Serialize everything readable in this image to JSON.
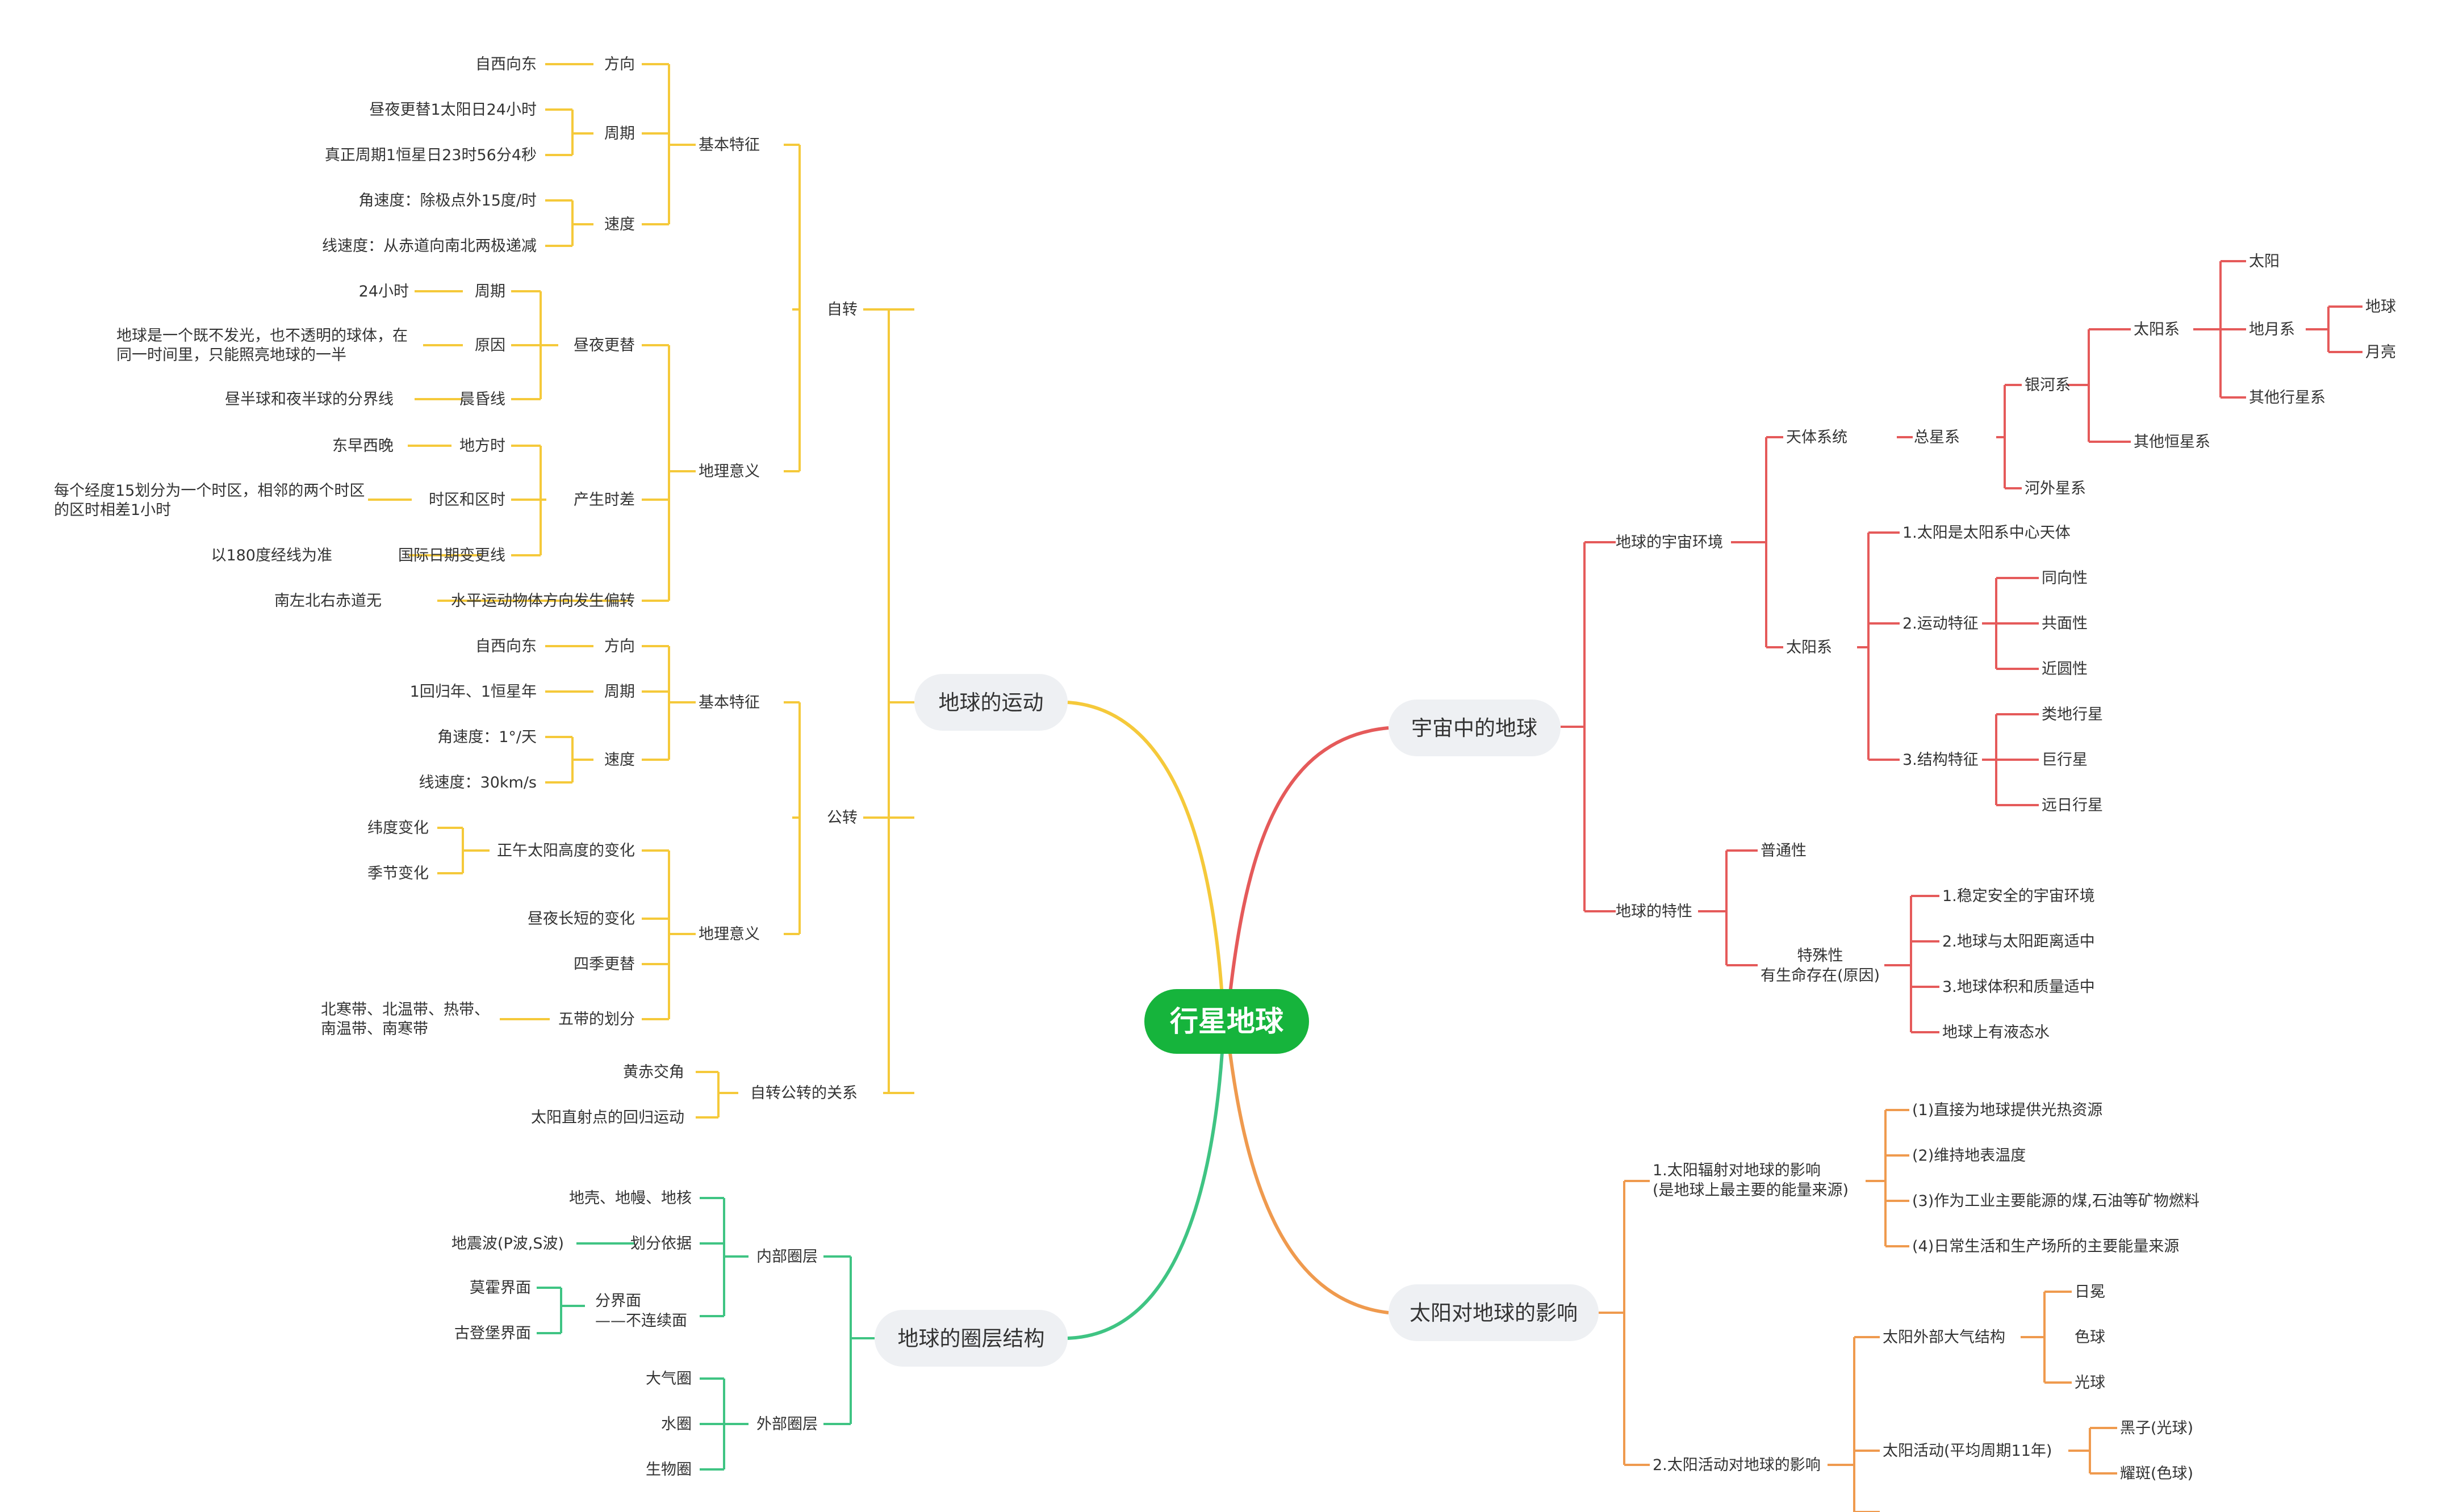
{
  "colors": {
    "root_bg": "#16b43c",
    "universe": "#e55a5a",
    "sun": "#ef9a4e",
    "motion": "#f5c93a",
    "layers": "#3fc483",
    "l1_bg": "#eef0f3"
  },
  "root": {
    "label": "行星地球"
  },
  "universe": {
    "label": "宇宙中的地球",
    "env": {
      "label": "地球的宇宙环境",
      "tianti": {
        "label": "天体系统",
        "zong": {
          "label": "总星系",
          "yinhe": {
            "label": "银河系",
            "taiyangxi": {
              "label": "太阳系",
              "sun": "太阳",
              "diyue": {
                "label": "地月系",
                "earth": "地球",
                "moon": "月亮"
              },
              "other_planets": "其他行星系"
            },
            "other_stars": "其他恒星系"
          },
          "hewai": "河外星系"
        }
      },
      "solar": {
        "label": "太阳系",
        "c1": "1.太阳是太阳系中心天体",
        "c2": {
          "label": "2.运动特征",
          "a": "同向性",
          "b": "共面性",
          "c": "近圆性"
        },
        "c3": {
          "label": "3.结构特征",
          "a": "类地行星",
          "b": "巨行星",
          "c": "远日行星"
        }
      }
    },
    "traits": {
      "label": "地球的特性",
      "general": "普通性",
      "special": {
        "line1": "特殊性",
        "line2": "有生命存在(原因)",
        "r1": "1.稳定安全的宇宙环境",
        "r2": "2.地球与太阳距离适中",
        "r3": "3.地球体积和质量适中",
        "r4": "地球上有液态水"
      }
    }
  },
  "sun": {
    "label": "太阳对地球的影响",
    "radiation": {
      "line1": "1.太阳辐射对地球的影响",
      "line2": "(是地球上最主要的能量来源)",
      "i1": "(1)直接为地球提供光热资源",
      "i2": "(2)维持地表温度",
      "i3": "(3)作为工业主要能源的煤,石油等矿物燃料",
      "i4": "(4)日常生活和生产场所的主要能量来源"
    },
    "activity": {
      "label": "2.太阳活动对地球的影响",
      "atmosphere": {
        "label": "太阳外部大气结构",
        "a": "日冕",
        "b": "色球",
        "c": "光球"
      },
      "act": {
        "label": "太阳活动(平均周期11年)",
        "a": "黑子(光球)",
        "b": "耀斑(色球)"
      }
    }
  },
  "motion": {
    "label": "地球的运动",
    "rotation": {
      "label": "自转",
      "basic": {
        "label": "基本特征",
        "dir": {
          "label": "方向",
          "v": "自西向东"
        },
        "period": {
          "label": "周期",
          "a": "昼夜更替1太阳日24小时",
          "b": "真正周期1恒星日23时56分4秒"
        },
        "speed": {
          "label": "速度",
          "a": "角速度：除极点外15度/时",
          "b": "线速度：从赤道向南北两极递减"
        }
      },
      "meaning": {
        "label": "地理意义",
        "daynight": {
          "label": "昼夜更替",
          "period": {
            "label": "周期",
            "v": "24小时"
          },
          "reason": {
            "label": "原因",
            "v1": "地球是一个既不发光，也不透明的球体，在",
            "v2": "同一时间里，只能照亮地球的一半"
          },
          "term": {
            "label": "晨昏线",
            "v": "昼半球和夜半球的分界线"
          }
        },
        "timediff": {
          "label": "产生时差",
          "local": {
            "label": "地方时",
            "v": "东早西晚"
          },
          "zone": {
            "label": "时区和区时",
            "v1": "每个经度15划分为一个时区，相邻的两个时区",
            "v2": "的区时相差1小时"
          },
          "dateline": {
            "label": "国际日期变更线",
            "v": "以180度经线为准"
          }
        },
        "deflect": {
          "label": "水平运动物体方向发生偏转",
          "v": "南左北右赤道无"
        }
      }
    },
    "revolution": {
      "label": "公转",
      "basic": {
        "label": "基本特征",
        "dir": {
          "label": "方向",
          "v": "自西向东"
        },
        "period": {
          "label": "周期",
          "v": "1回归年、1恒星年"
        },
        "speed": {
          "label": "速度",
          "a": "角速度：1°/天",
          "b": "线速度：30km/s"
        }
      },
      "meaning": {
        "label": "地理意义",
        "noon": {
          "label": "正午太阳高度的变化",
          "a": "纬度变化",
          "b": "季节变化"
        },
        "daylen": "昼夜长短的变化",
        "seasons": "四季更替",
        "zones": {
          "label": "五带的划分",
          "v1": "北寒带、北温带、热带、",
          "v2": "南温带、南寒带"
        }
      }
    },
    "relation": {
      "label": "自转公转的关系",
      "a": "黄赤交角",
      "b": "太阳直射点的回归运动"
    }
  },
  "layers": {
    "label": "地球的圈层结构",
    "inner": {
      "label": "内部圈层",
      "a": "地壳、地幔、地核",
      "basis": {
        "label": "划分依据",
        "v": "地震波(P波,S波)"
      },
      "boundary": {
        "line1": "分界面",
        "line2": "——不连续面",
        "a": "莫霍界面",
        "b": "古登堡界面"
      }
    },
    "outer": {
      "label": "外部圈层",
      "a": "大气圈",
      "b": "水圈",
      "c": "生物圈"
    }
  }
}
